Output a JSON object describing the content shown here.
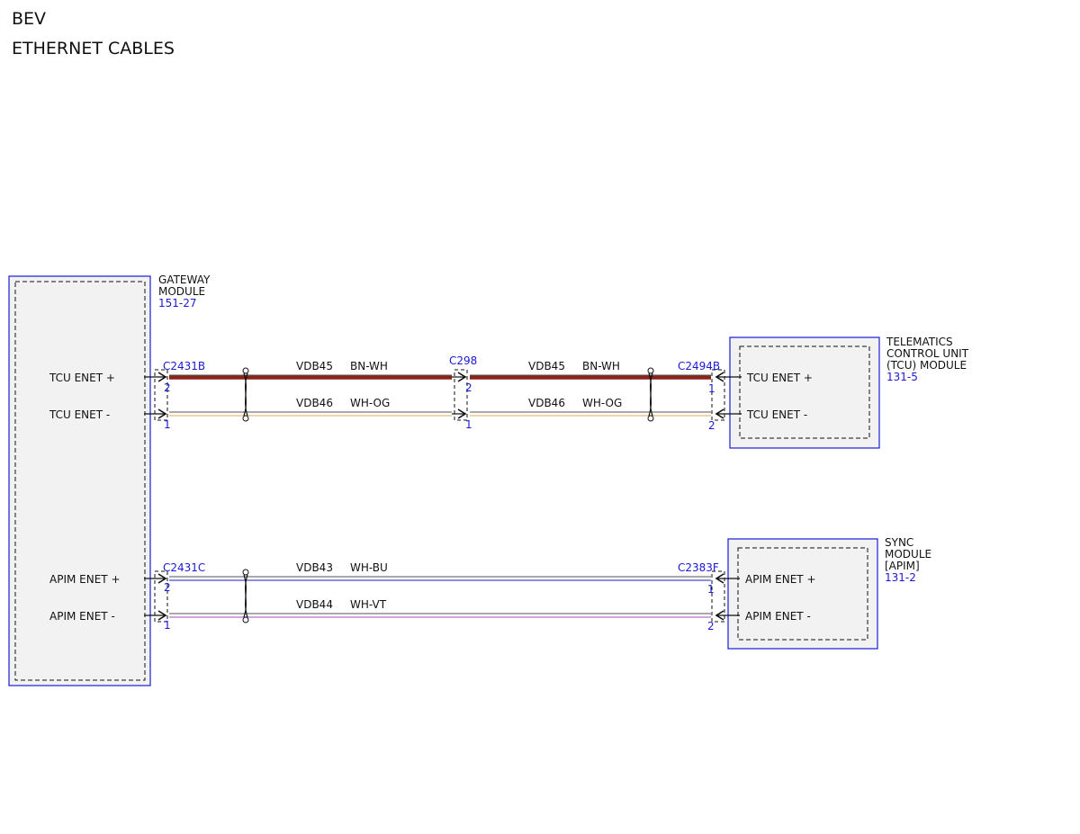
{
  "header": {
    "line1": "BEV",
    "line2": "ETHERNET CABLES"
  },
  "modules": {
    "gateway": {
      "name1": "GATEWAY",
      "name2": "MODULE",
      "ref": "151-27",
      "pins": {
        "tcu_plus": "TCU ENET +",
        "tcu_minus": "TCU ENET -",
        "apim_plus": "APIM ENET +",
        "apim_minus": "APIM ENET -"
      }
    },
    "tcu": {
      "name1": "TELEMATICS",
      "name2": "CONTROL UNIT",
      "name3": "(TCU) MODULE",
      "ref": "131-5",
      "pins": {
        "plus": "TCU ENET +",
        "minus": "TCU ENET -"
      }
    },
    "sync": {
      "name1": "SYNC",
      "name2": "MODULE",
      "name3": "[APIM]",
      "ref": "131-2",
      "pins": {
        "plus": "APIM ENET +",
        "minus": "APIM ENET -"
      }
    }
  },
  "connectors": {
    "c2431b": "C2431B",
    "c298": "C298",
    "c2494b": "C2494B",
    "c2431c": "C2431C",
    "c2383f": "C2383F"
  },
  "pin_numbers": {
    "c2431b_top": "2",
    "c2431b_bot": "1",
    "c298_top_r": "2",
    "c298_bot_r": "1",
    "c2494b_top": "1",
    "c2494b_bot": "2",
    "c2431c_top": "2",
    "c2431c_bot": "1",
    "c2383f_top": "1",
    "c2383f_bot": "2"
  },
  "wires": {
    "w1": {
      "circuit": "VDB45",
      "color": "BN-WH"
    },
    "w2": {
      "circuit": "VDB46",
      "color": "WH-OG"
    },
    "w3": {
      "circuit": "VDB45",
      "color": "BN-WH"
    },
    "w4": {
      "circuit": "VDB46",
      "color": "WH-OG"
    },
    "w5": {
      "circuit": "VDB43",
      "color": "WH-BU"
    },
    "w6": {
      "circuit": "VDB44",
      "color": "WH-VT"
    }
  },
  "colors": {
    "box_blue": "#1a1ad6",
    "brown": "#8b2318",
    "orange_stripe": "#e8c98a",
    "blue_stripe": "#6a6ad8",
    "violet_stripe": "#c08ad0"
  }
}
